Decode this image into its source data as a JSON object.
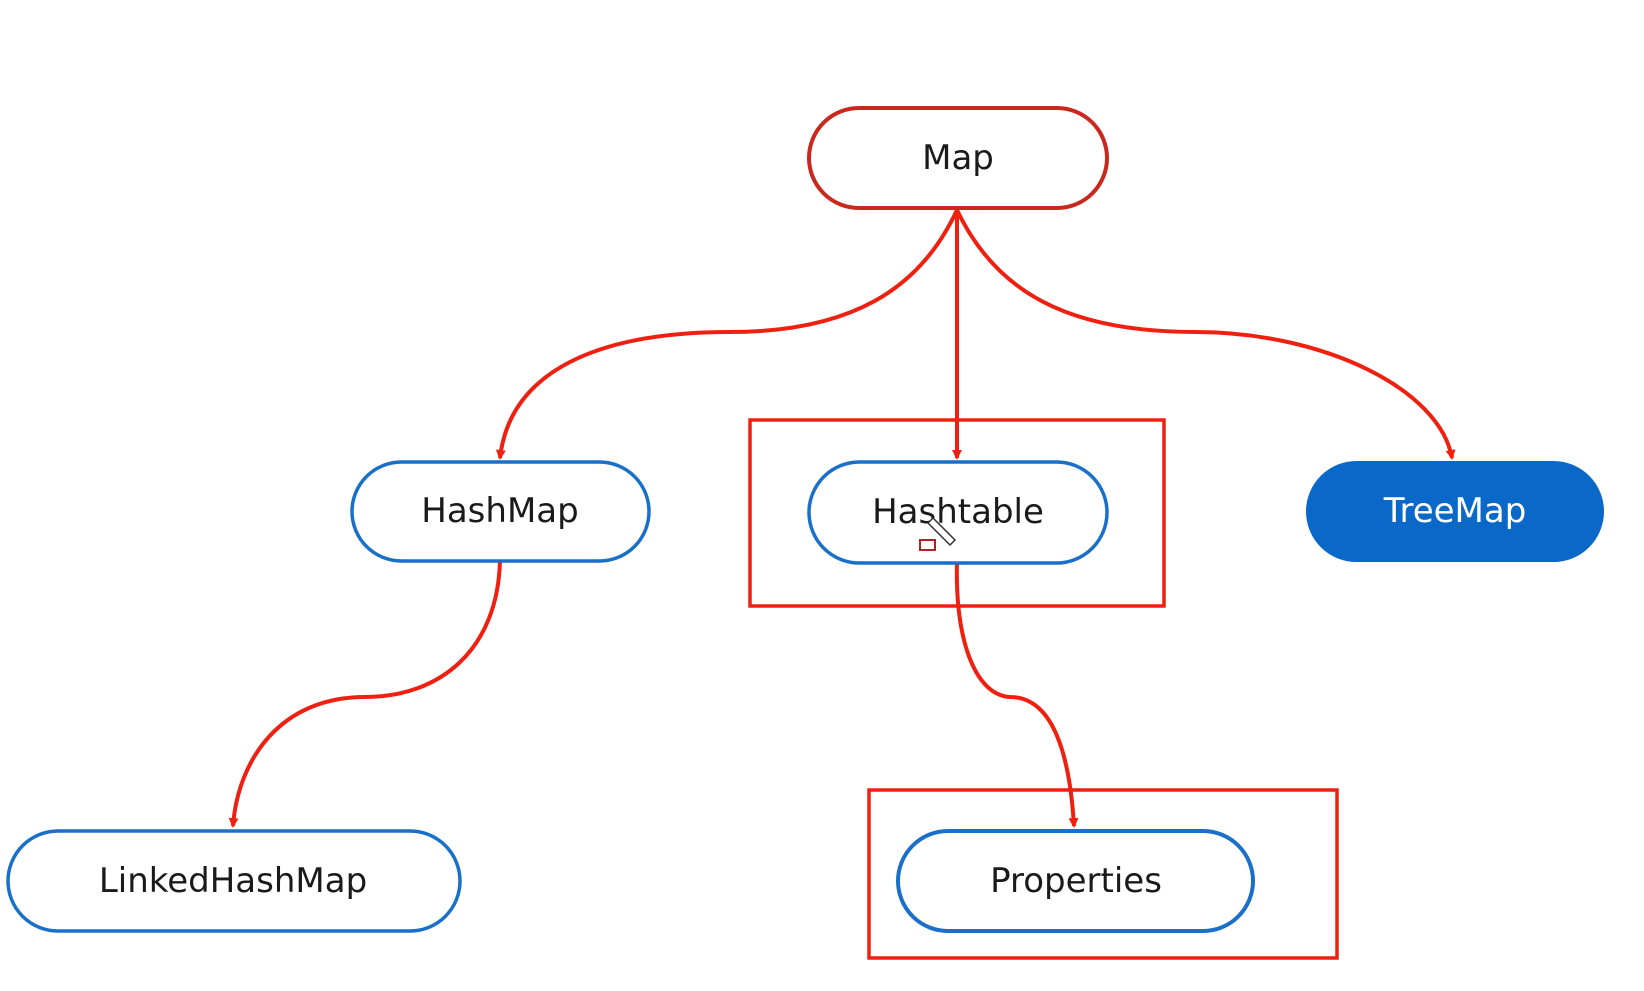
{
  "diagram": {
    "nodes": {
      "map": {
        "label": "Map",
        "style": "root"
      },
      "hashmap": {
        "label": "HashMap",
        "style": "outline"
      },
      "hashtable": {
        "label": "Hashtable",
        "style": "outline"
      },
      "treemap": {
        "label": "TreeMap",
        "style": "filled"
      },
      "linkedhashmap": {
        "label": "LinkedHashMap",
        "style": "outline"
      },
      "properties": {
        "label": "Properties",
        "style": "outline"
      }
    },
    "edges": [
      {
        "from": "Map",
        "to": "HashMap"
      },
      {
        "from": "Map",
        "to": "Hashtable"
      },
      {
        "from": "Map",
        "to": "TreeMap"
      },
      {
        "from": "HashMap",
        "to": "LinkedHashMap"
      },
      {
        "from": "Hashtable",
        "to": "Properties"
      }
    ],
    "highlighted": [
      "Hashtable",
      "Properties"
    ],
    "colors": {
      "root_border": "#c8281e",
      "node_border": "#1a6fc8",
      "node_fill": "#0a68c8",
      "edge": "#f02010",
      "highlight": "#f02010",
      "text": "#1a1a1a"
    }
  }
}
